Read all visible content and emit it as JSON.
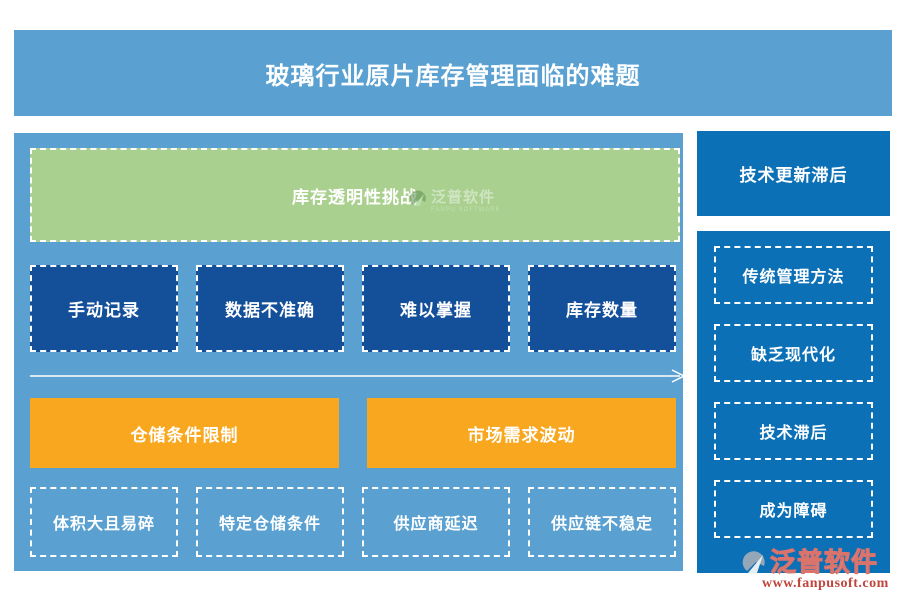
{
  "page": {
    "title": "玻璃行业原片库存管理面临的难题"
  },
  "colors": {
    "banner_blue": "#5AA1D2",
    "panel_blue": "#5AA1D2",
    "navy_box": "#144F9A",
    "bright_blue": "#0C70B6",
    "orange": "#F8A71F",
    "green": "#A9D08E",
    "text_white": "#FFFFFF",
    "watermark_red": "#C0453C"
  },
  "main_panel": {
    "challenge_box": {
      "label": "库存透明性挑战"
    },
    "factor_boxes": [
      "手动记录",
      "数据不准确",
      "难以掌握",
      "库存数量"
    ],
    "cause_boxes": [
      "仓储条件限制",
      "市场需求波动"
    ],
    "detail_boxes": [
      "体积大且易碎",
      "特定仓储条件",
      "供应商延迟",
      "供应链不稳定"
    ]
  },
  "side_panel": {
    "header_box": "技术更新滞后",
    "items": [
      "传统管理方法",
      "缺乏现代化",
      "技术滞后",
      "成为障碍"
    ]
  },
  "watermarks": {
    "center": {
      "brand": "泛普软件",
      "sub": "FANPU SOFTWARE"
    },
    "corner": {
      "brand": "泛普软件",
      "url": "www.fanpusoft.com"
    }
  }
}
